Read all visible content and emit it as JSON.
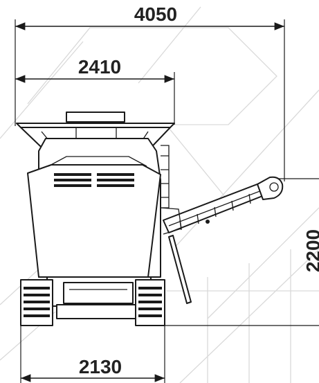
{
  "dimensions": {
    "overall_width": "4050",
    "hopper_width": "2410",
    "track_width": "2130",
    "discharge_height": "2200"
  },
  "colors": {
    "line": "#1a1a1a",
    "watermark": "#d9d9d9",
    "background": "#ffffff"
  }
}
